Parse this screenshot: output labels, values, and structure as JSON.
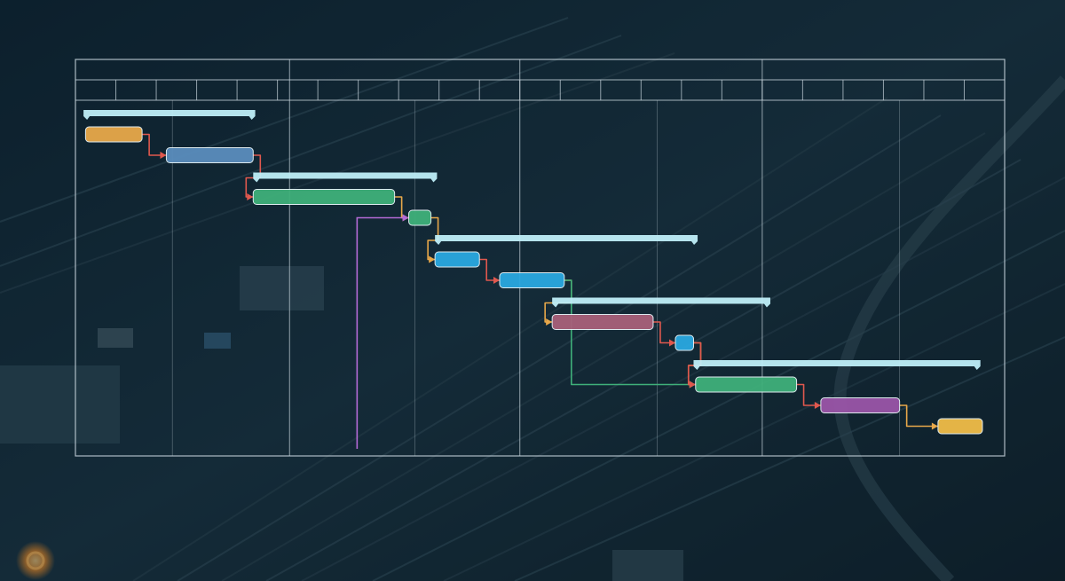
{
  "chart_data": {
    "type": "gantt",
    "title": "",
    "xlabel": "",
    "ylabel": "",
    "time_axis": {
      "unit": "week",
      "start": 0,
      "end": 23,
      "major_groups": [
        {
          "start": 0,
          "end": 5.3
        },
        {
          "start": 5.3,
          "end": 11
        },
        {
          "start": 11,
          "end": 17
        },
        {
          "start": 17,
          "end": 23
        }
      ],
      "minor_tick_labels": []
    },
    "summary_bars": [
      {
        "row": 0,
        "start": 0.2,
        "end": 4.45
      },
      {
        "row": 3,
        "start": 4.4,
        "end": 8.95
      },
      {
        "row": 6,
        "start": 8.9,
        "end": 15.4
      },
      {
        "row": 9,
        "start": 11.8,
        "end": 17.2
      },
      {
        "row": 12,
        "start": 15.3,
        "end": 22.4
      }
    ],
    "tasks": [
      {
        "row": 1,
        "start": 0.25,
        "end": 1.65,
        "color": "#e8a84a"
      },
      {
        "row": 2,
        "start": 2.25,
        "end": 4.4,
        "color": "#5a8dbd"
      },
      {
        "row": 4,
        "start": 4.4,
        "end": 7.9,
        "color": "#3fb07a"
      },
      {
        "row": 5,
        "start": 8.25,
        "end": 8.8,
        "color": "#3fb07a"
      },
      {
        "row": 7,
        "start": 8.9,
        "end": 10.0,
        "color": "#2aa8e0"
      },
      {
        "row": 8,
        "start": 10.5,
        "end": 12.1,
        "color": "#2aa8e0"
      },
      {
        "row": 10,
        "start": 11.8,
        "end": 14.3,
        "color": "#a8607a"
      },
      {
        "row": 11,
        "start": 14.85,
        "end": 15.3,
        "color": "#2aa8e0"
      },
      {
        "row": 13,
        "start": 15.35,
        "end": 17.85,
        "color": "#3fb07a"
      },
      {
        "row": 14,
        "start": 18.45,
        "end": 20.4,
        "color": "#9a55a8"
      },
      {
        "row": 15,
        "start": 21.35,
        "end": 22.45,
        "color": "#f0bc48"
      }
    ],
    "dependencies": [
      {
        "from": 0,
        "to": 1,
        "color": "#e0584e"
      },
      {
        "from": 1,
        "to": 2,
        "color": "#e0584e"
      },
      {
        "from": 2,
        "to": 3,
        "color": "#e8a84a"
      },
      {
        "from": 3,
        "to": 4,
        "color": "#e8a84a"
      },
      {
        "from": 4,
        "to": 5,
        "color": "#e0584e"
      },
      {
        "from": 5,
        "to": 6,
        "color": "#e8a84a"
      },
      {
        "from": 6,
        "to": 7,
        "color": "#e0584e"
      },
      {
        "from": 7,
        "to": 8,
        "color": "#e8a84a"
      },
      {
        "from": 8,
        "to": 9,
        "color": "#e0584e"
      },
      {
        "from": 9,
        "to": 10,
        "color": "#e8a84a"
      },
      {
        "from": 5,
        "to": 8,
        "color": "#3fb07a"
      },
      {
        "from": 7,
        "to": 8,
        "color": "#e0584e"
      }
    ],
    "external_link": {
      "color": "#b46ad6",
      "to_task": 3
    },
    "colors": {
      "summary": "#bfeef8",
      "grid": "#c9d6de",
      "background": "#0f2430"
    }
  }
}
